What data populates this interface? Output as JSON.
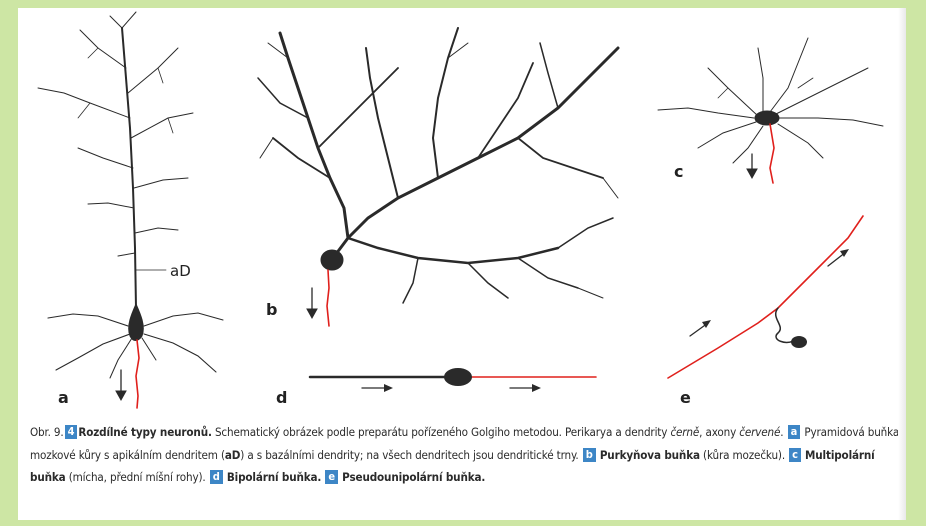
{
  "figure": {
    "labels": {
      "a": "a",
      "b": "b",
      "c": "c",
      "d": "d",
      "e": "e"
    },
    "annotation_aD": "aD",
    "colors": {
      "dendrite": "#2a2a2a",
      "axon": "#e0201c",
      "box": "#3d86c6",
      "background": "#cde6a4"
    }
  },
  "caption": {
    "prefix": "Obr. 9.",
    "fig_num": "4",
    "title": "Rozdílné typy neuronů.",
    "text1": " Schematický obrázek podle preparátu pořízeného Golgiho metodou. Perikarya a dendrity ",
    "cerne": "černě",
    "text2": ", axony ",
    "cervene": "červené",
    "text3": ". ",
    "box_a": "a",
    "text_a": " Pyramidová buňka mozkové kůry s apikálním dendritem (",
    "aD_bold": "aD",
    "text_a2": ") a s bazálními dendrity; na všech dendritech jsou dendritické trny. ",
    "box_b": "b",
    "purkyne": "Purkyňova buňka",
    "text_b": " (kůra mozečku). ",
    "box_c": "c",
    "multi": "Multipolární buňka",
    "text_c": " (mícha, přední míšní rohy). ",
    "box_d": "d",
    "bipolar": "Bipolární buňka.",
    "box_e": "e",
    "pseudo": "Pseudounipolární buňka."
  }
}
